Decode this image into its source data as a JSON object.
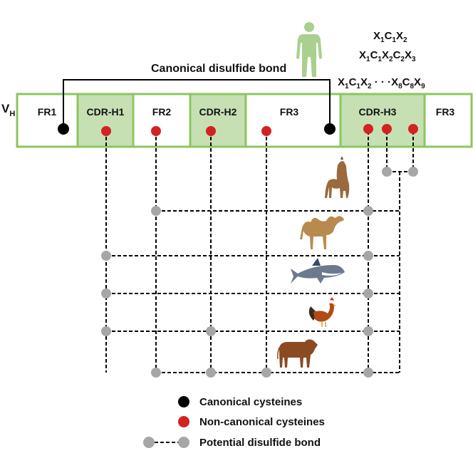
{
  "chain_label": {
    "main": "V",
    "sub": "H"
  },
  "title": "Canonical disulfide bond",
  "segments": [
    {
      "label": "FR1",
      "type": "framework"
    },
    {
      "label": "CDR-H1",
      "type": "cdr"
    },
    {
      "label": "FR2",
      "type": "framework"
    },
    {
      "label": "CDR-H2",
      "type": "cdr"
    },
    {
      "label": "FR3",
      "type": "framework"
    },
    {
      "label": "CDR-H3",
      "type": "cdr"
    },
    {
      "label": "FR3",
      "type": "framework"
    }
  ],
  "motifs": [
    [
      {
        "t": "X",
        "s": "1"
      },
      {
        "t": "C",
        "s": "1"
      },
      {
        "t": "X",
        "s": "2"
      }
    ],
    [
      {
        "t": "X",
        "s": "1"
      },
      {
        "t": "C",
        "s": "1"
      },
      {
        "t": "X",
        "s": "2"
      },
      {
        "t": "C",
        "s": "2"
      },
      {
        "t": "X",
        "s": "3"
      }
    ],
    [
      {
        "t": "X",
        "s": "1"
      },
      {
        "t": "C",
        "s": "1"
      },
      {
        "t": "X",
        "s": "2"
      },
      {
        "t": " · · ·",
        "s": ""
      },
      {
        "t": "X",
        "s": "8"
      },
      {
        "t": "C",
        "s": "8"
      },
      {
        "t": "X",
        "s": "9"
      }
    ]
  ],
  "species_icons": [
    "human-icon",
    "alpaca-icon",
    "camel-icon",
    "shark-icon",
    "chicken-icon",
    "cow-icon"
  ],
  "legend": {
    "canonical": "Canonical cysteines",
    "noncanonical": "Non-canonical cysteines",
    "potential": "Potential disulfide bond"
  },
  "colors": {
    "cdr_fill": "#c6e0b4",
    "box_border": "#8dc55e",
    "canonical_cysteine": "#000000",
    "noncanonical_cysteine": "#d32222",
    "potential_bond_node": "#a6a6a6"
  }
}
